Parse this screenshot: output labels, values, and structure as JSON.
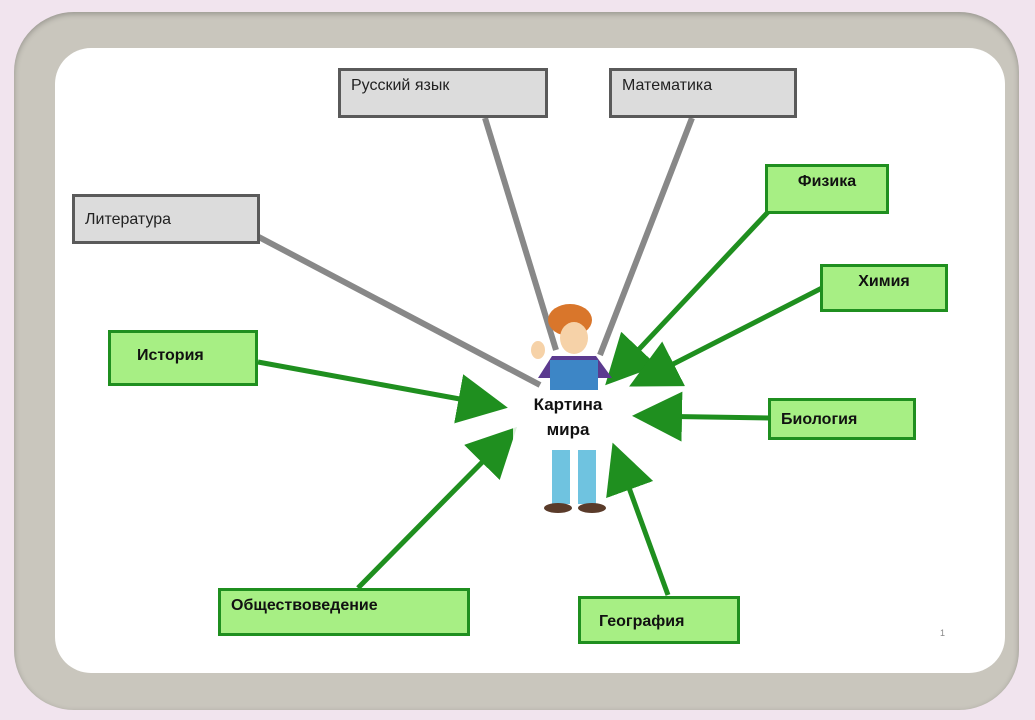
{
  "center": {
    "line1": "Картина",
    "line2": "мира"
  },
  "nodes": {
    "russian": "Русский язык",
    "math": "Математика",
    "literature": "Литература",
    "physics": "Физика",
    "chemistry": "Химия",
    "history": "История",
    "biology": "Биология",
    "social": "Обществоведение",
    "geography": "География"
  },
  "page_number": "1",
  "colors": {
    "gray_box": "#dcdcdc",
    "gray_line": "#888888",
    "green_box": "#a7ef84",
    "green_line": "#1f8f1f"
  }
}
